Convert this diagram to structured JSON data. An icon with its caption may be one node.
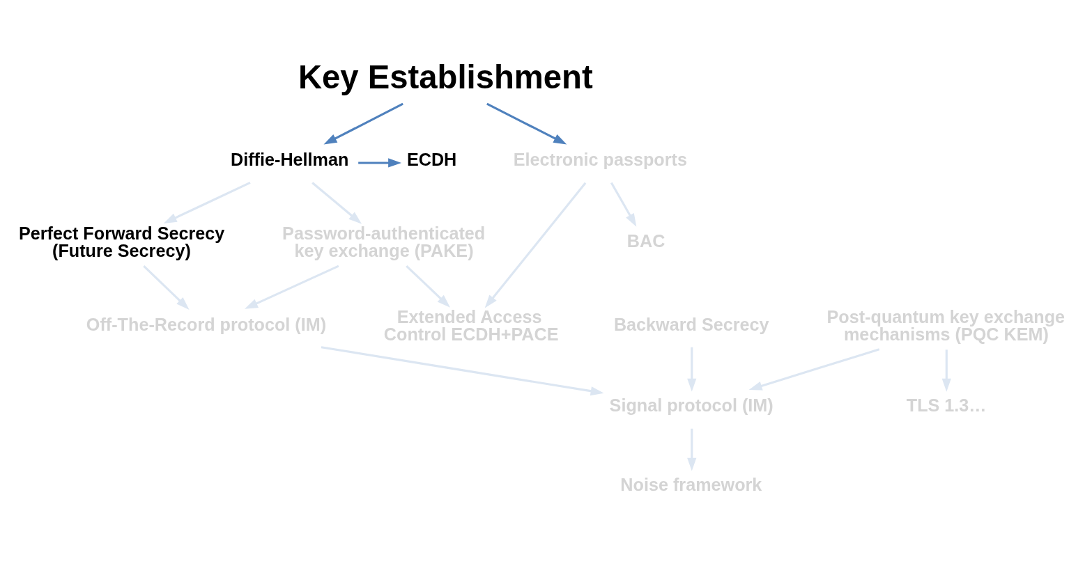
{
  "diagram": {
    "nodes": [
      {
        "text": [
          "Key Establishment"
        ]
      },
      {
        "text": [
          "Diffie-Hellman"
        ]
      },
      {
        "text": [
          "ECDH"
        ]
      },
      {
        "text": [
          "Electronic passports"
        ]
      },
      {
        "text": [
          "Perfect Forward Secrecy (Future Secrecy)"
        ]
      },
      {
        "text": [
          "Password-authenticated key exchange (PAKE)"
        ]
      },
      {
        "text": [
          "Extended Access Control ECDH+PACE"
        ]
      },
      {
        "text": [
          "BAC"
        ]
      },
      {
        "text": [
          "Off-The-Record protocol (IM)"
        ]
      },
      {
        "text": [
          "Backward Secrecy"
        ]
      },
      {
        "text": [
          "Post-quantum key exchange mechanisms (PQC KEM)"
        ]
      },
      {
        "text": [
          "Signal protocol (IM)"
        ]
      },
      {
        "text": [
          "TLS 1.3…"
        ]
      },
      {
        "text": [
          "Noise framework"
        ]
      }
    ],
    "edges": [
      {
        "from": 0,
        "to": 1,
        "arrow": "to",
        "color": "#4f81bd"
      },
      {
        "from": 0,
        "to": 3,
        "arrow": "to",
        "color": "#4f81bd"
      },
      {
        "from": 1,
        "to": 2,
        "arrow": "to",
        "color": "#4f81bd"
      },
      {
        "from": 1,
        "to": 4,
        "arrow": "to"
      },
      {
        "from": 1,
        "to": 5,
        "arrow": "to"
      },
      {
        "from": 3,
        "to": 6,
        "arrow": "to"
      },
      {
        "from": 3,
        "to": 7,
        "arrow": "to"
      },
      {
        "from": 5,
        "to": 6,
        "arrow": "to"
      },
      {
        "from": 4,
        "to": 8,
        "arrow": "to"
      },
      {
        "from": 5,
        "to": 8,
        "arrow": "to"
      },
      {
        "from": 8,
        "to": 11,
        "arrow": "to"
      },
      {
        "from": 9,
        "to": 11,
        "arrow": "to"
      },
      {
        "from": 10,
        "to": 11,
        "arrow": "to"
      },
      {
        "from": 10,
        "to": 12,
        "arrow": "to"
      },
      {
        "from": 11,
        "to": 13,
        "arrow": "to"
      }
    ]
  }
}
